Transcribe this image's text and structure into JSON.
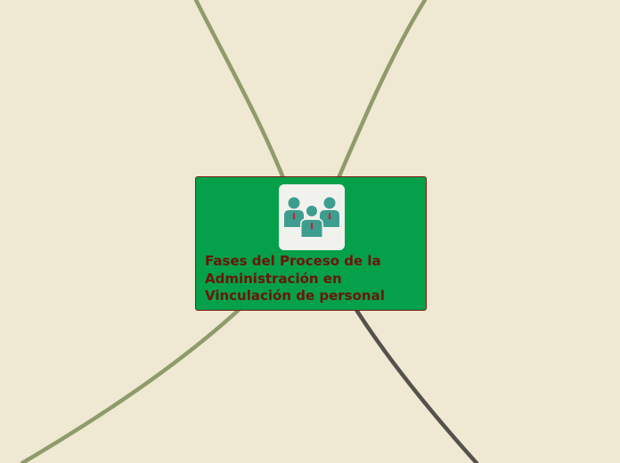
{
  "central_topic": {
    "title_lines": [
      "Fases del Proceso de la",
      "Administración en",
      "Vinculación de personal"
    ],
    "icon": "people-group-icon"
  },
  "branches": [
    {
      "name": "branch-top-left",
      "color": "#8f9b6b"
    },
    {
      "name": "branch-top-right",
      "color": "#8f9b6b"
    },
    {
      "name": "branch-bottom-left",
      "color": "#8f9b6b"
    },
    {
      "name": "branch-bottom-right",
      "color": "#54524a"
    }
  ],
  "colors": {
    "background": "#efe8d3",
    "node_fill": "#05a04a",
    "node_border": "#7a1f10",
    "title_text": "#6b1608",
    "icon_figure": "#3d9e8f",
    "icon_tie": "#c0243a"
  }
}
